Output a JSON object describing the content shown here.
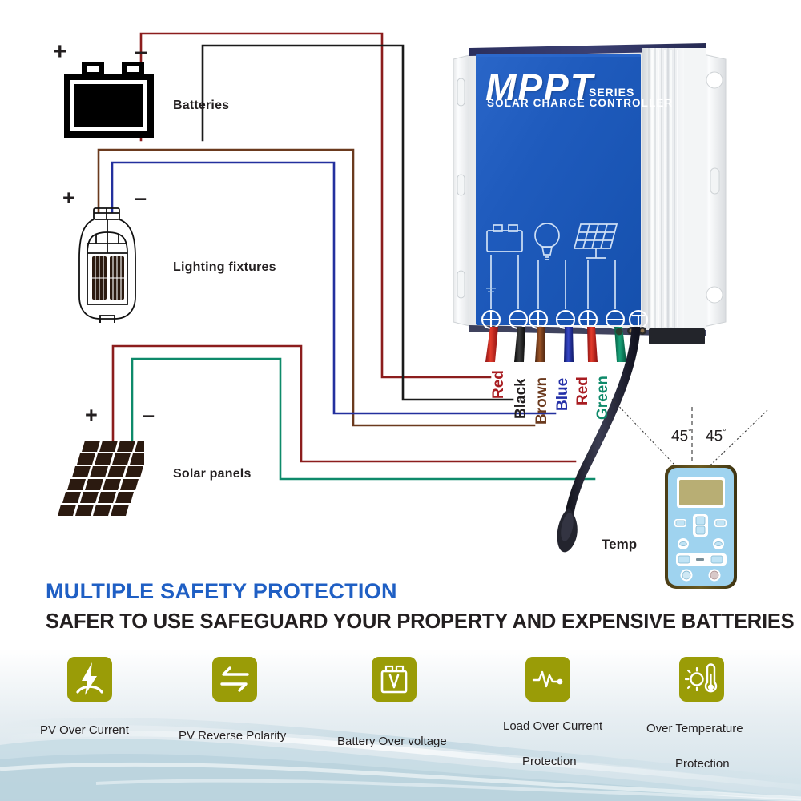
{
  "diagram": {
    "battery_label": "Batteries",
    "lighting_label": "Lighting fixtures",
    "solar_label": "Solar panels",
    "temp_label": "Temp",
    "plus_sign": "+",
    "minus_sign": "–",
    "angle_left": "45",
    "angle_right": "45",
    "degree": "°"
  },
  "controller": {
    "brand": "MPPT",
    "series": "SERIES",
    "subtitle": "SOLAR CHARGE CONTROLLER",
    "face_color": "#1f5bbd",
    "terminals": [
      {
        "name": "battery-positive",
        "symbol": "+"
      },
      {
        "name": "battery-negative",
        "symbol": "−"
      },
      {
        "name": "load-positive",
        "symbol": "+"
      },
      {
        "name": "load-negative",
        "symbol": "−"
      },
      {
        "name": "pv-positive",
        "symbol": "+"
      },
      {
        "name": "pv-negative",
        "symbol": "−"
      },
      {
        "name": "temperature-sensor",
        "symbol": "T"
      }
    ],
    "terminal_icons": [
      "battery-icon",
      "lamp-icon",
      "solar-panel-icon"
    ]
  },
  "wires": [
    {
      "label": "Red",
      "color": "#c1272d",
      "text_color": "#a81c21"
    },
    {
      "label": "Black",
      "color": "#1a1a1a",
      "text_color": "#231f20"
    },
    {
      "label": "Brown",
      "color": "#6b3a1e",
      "text_color": "#6b3a1e"
    },
    {
      "label": "Blue",
      "color": "#2430a8",
      "text_color": "#2430a8"
    },
    {
      "label": "Red",
      "color": "#c1272d",
      "text_color": "#a81c21"
    },
    {
      "label": "Green",
      "color": "#0e8a6a",
      "text_color": "#0e8a6a"
    }
  ],
  "marketing": {
    "headline": "MULTIPLE SAFETY PROTECTION",
    "subheadline": "SAFER TO USE SAFEGUARD YOUR PROPERTY AND EXPENSIVE BATTERIES",
    "headline_color": "#1f5fc4",
    "tile_color": "#9a9c07",
    "features": [
      {
        "icon": "lightning-bolt-icon",
        "line1": "PV Over Current",
        "line2": ""
      },
      {
        "icon": "reverse-arrows-icon",
        "line1": "PV Reverse Polarity",
        "line2": ""
      },
      {
        "icon": "battery-voltage-icon",
        "line1": "Battery Over voltage",
        "line2": ""
      },
      {
        "icon": "waveform-icon",
        "line1": "Load Over Current",
        "line2": "Protection"
      },
      {
        "icon": "thermometer-sun-icon",
        "line1": "Over Temperature",
        "line2": "Protection"
      }
    ]
  }
}
